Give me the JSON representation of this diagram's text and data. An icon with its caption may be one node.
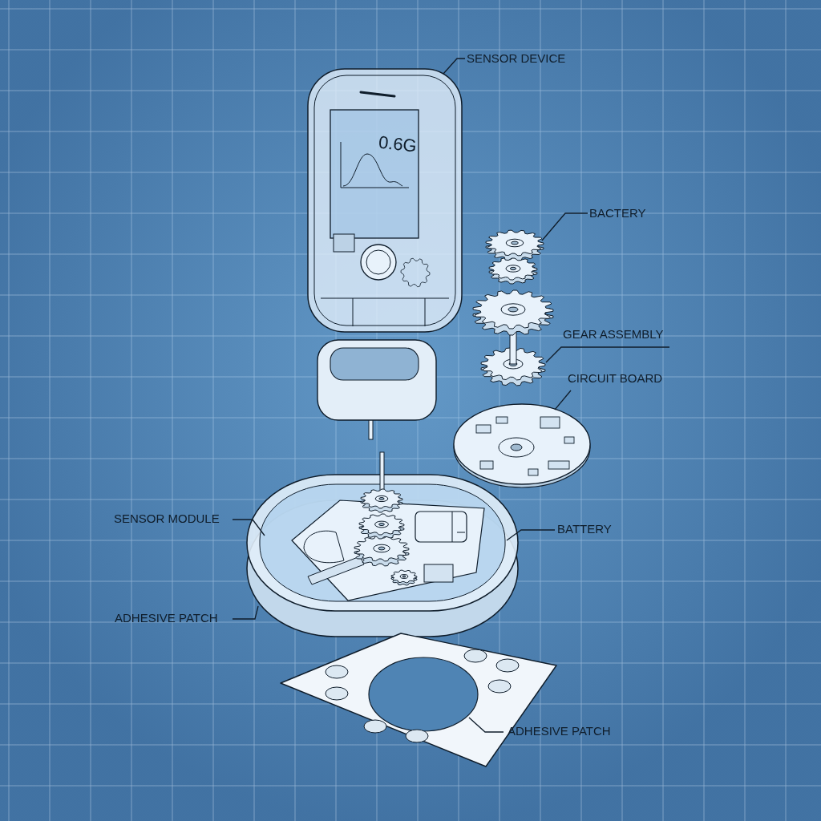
{
  "diagram": {
    "nodes": [
      {
        "text": [
          "SENSOR DEVICE"
        ]
      },
      {
        "text": [],
        "shape": "picture"
      },
      {
        "text": [
          "BACTERY"
        ]
      },
      {
        "text": [],
        "shape": "picture"
      },
      {
        "text": [
          "GEAR ASSEMBLY"
        ]
      },
      {
        "text": [],
        "shape": "picture"
      },
      {
        "text": [
          "CIRCUIT BOARD"
        ]
      },
      {
        "text": [],
        "shape": "picture"
      },
      {
        "text": [
          "SENSOR MODULE"
        ]
      },
      {
        "text": [],
        "shape": "picture"
      },
      {
        "text": [
          "BATTERY"
        ]
      },
      {
        "text": [
          "ADHESIVE PATCH"
        ]
      },
      {
        "text": [
          "ADHESIVE PATCH"
        ]
      },
      {
        "text": [],
        "shape": "picture"
      }
    ],
    "edges": [
      {
        "from": 0,
        "to": 1,
        "arrow": "none"
      },
      {
        "from": 2,
        "to": 3,
        "arrow": "none"
      },
      {
        "from": 4,
        "to": 5,
        "arrow": "none"
      },
      {
        "from": 6,
        "to": 7,
        "arrow": "none"
      },
      {
        "from": 8,
        "to": 9,
        "arrow": "none"
      },
      {
        "from": 10,
        "to": 9,
        "arrow": "none"
      },
      {
        "from": 11,
        "to": 9,
        "arrow": "none"
      },
      {
        "from": 12,
        "to": 13,
        "arrow": "none"
      }
    ],
    "labels": [
      "0.6G"
    ]
  }
}
